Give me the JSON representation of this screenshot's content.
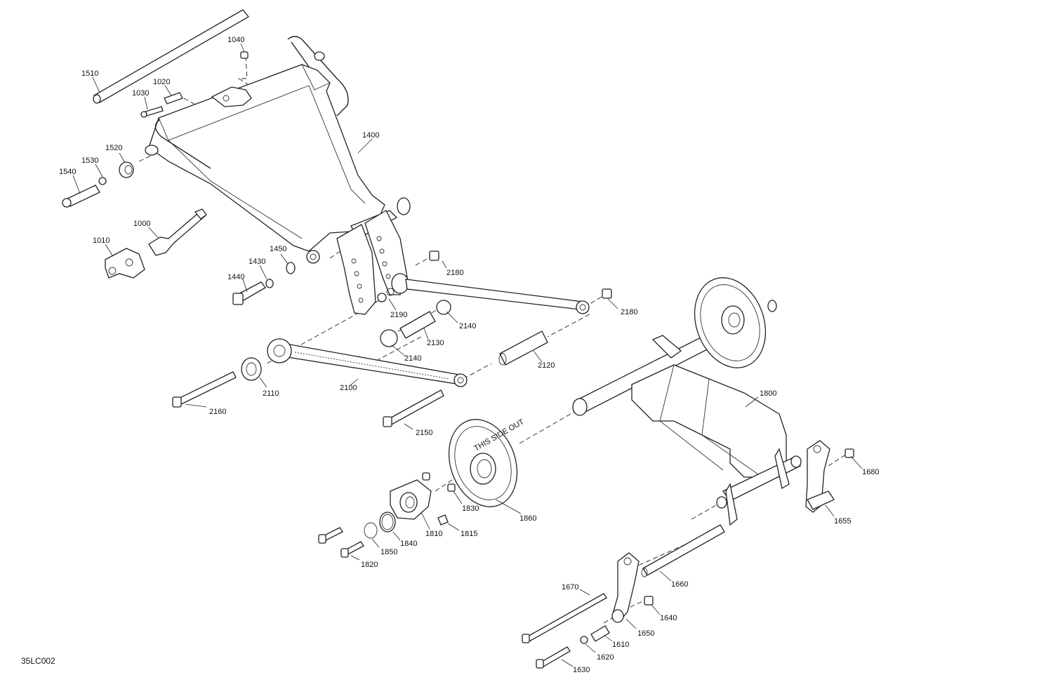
{
  "figure_code": "35LC002",
  "wheel_text": "THIS SIDE OUT",
  "callouts": [
    {
      "id": "1040",
      "text": "1040"
    },
    {
      "id": "1510",
      "text": "1510"
    },
    {
      "id": "1020",
      "text": "1020"
    },
    {
      "id": "1030",
      "text": "1030"
    },
    {
      "id": "1400",
      "text": "1400"
    },
    {
      "id": "1520",
      "text": "1520"
    },
    {
      "id": "1530",
      "text": "1530"
    },
    {
      "id": "1540",
      "text": "1540"
    },
    {
      "id": "1000",
      "text": "1000"
    },
    {
      "id": "1010",
      "text": "1010"
    },
    {
      "id": "1450",
      "text": "1450"
    },
    {
      "id": "1430",
      "text": "1430"
    },
    {
      "id": "1440",
      "text": "1440"
    },
    {
      "id": "2180a",
      "text": "2180"
    },
    {
      "id": "2180b",
      "text": "2180"
    },
    {
      "id": "2190",
      "text": "2190"
    },
    {
      "id": "2140a",
      "text": "2140"
    },
    {
      "id": "2130",
      "text": "2130"
    },
    {
      "id": "2140b",
      "text": "2140"
    },
    {
      "id": "2120",
      "text": "2120"
    },
    {
      "id": "2110",
      "text": "2110"
    },
    {
      "id": "2100",
      "text": "2100"
    },
    {
      "id": "2160",
      "text": "2160"
    },
    {
      "id": "2150",
      "text": "2150"
    },
    {
      "id": "1800",
      "text": "1800"
    },
    {
      "id": "1680",
      "text": "1680"
    },
    {
      "id": "1655",
      "text": "1655"
    },
    {
      "id": "1830",
      "text": "1830"
    },
    {
      "id": "1860",
      "text": "1860"
    },
    {
      "id": "1815",
      "text": "1815"
    },
    {
      "id": "1810",
      "text": "1810"
    },
    {
      "id": "1840",
      "text": "1840"
    },
    {
      "id": "1850",
      "text": "1850"
    },
    {
      "id": "1820",
      "text": "1820"
    },
    {
      "id": "1660",
      "text": "1660"
    },
    {
      "id": "1670",
      "text": "1670"
    },
    {
      "id": "1640",
      "text": "1640"
    },
    {
      "id": "1650",
      "text": "1650"
    },
    {
      "id": "1610",
      "text": "1610"
    },
    {
      "id": "1620",
      "text": "1620"
    },
    {
      "id": "1630",
      "text": "1630"
    }
  ]
}
